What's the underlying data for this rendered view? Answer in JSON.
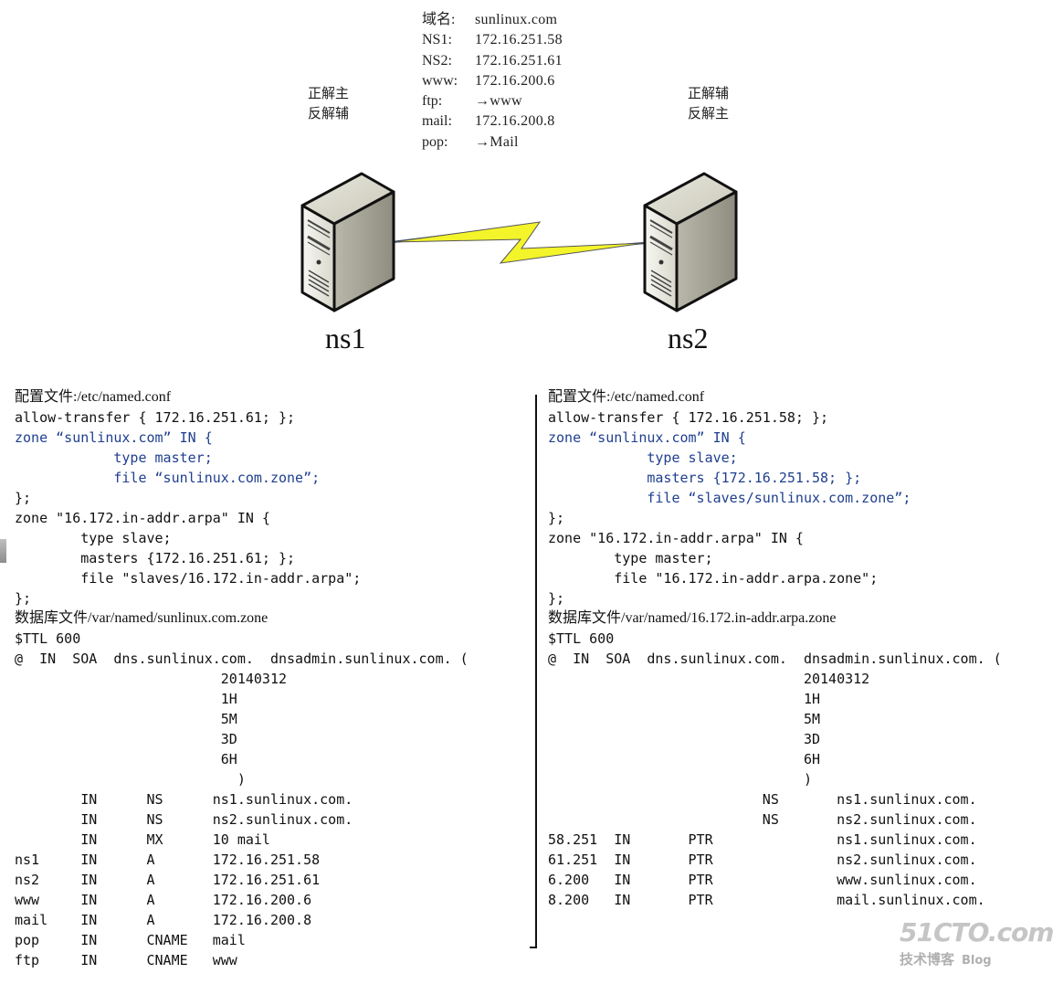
{
  "header": {
    "rows": [
      {
        "key": "域名:",
        "value": "sunlinux.com"
      },
      {
        "key": "NS1:",
        "value": "172.16.251.58"
      },
      {
        "key": "NS2:",
        "value": "172.16.251.61"
      },
      {
        "key": "www:",
        "value": "172.16.200.6"
      },
      {
        "key": "ftp:",
        "value": "→www"
      },
      {
        "key": "mail:",
        "value": "172.16.200.8"
      },
      {
        "key": "pop:",
        "value": "→Mail"
      }
    ]
  },
  "ns1": {
    "name": "ns1",
    "role_line1": "正解主",
    "role_line2": "反解辅",
    "icon": "server-icon"
  },
  "ns2": {
    "name": "ns2",
    "role_line1": "正解辅",
    "role_line2": "反解主",
    "icon": "server-icon"
  },
  "link": {
    "icon": "lightning-link-icon",
    "color": "#f2f22a"
  },
  "left_config": {
    "lines": [
      "配置文件:/etc/named.conf",
      "allow-transfer { 172.16.251.61; };",
      "zone “sunlinux.com” IN {",
      "            type master;",
      "            file “sunlinux.com.zone”;",
      "};",
      "zone \"16.172.in-addr.arpa\" IN {",
      "        type slave;",
      "        masters {172.16.251.61; };",
      "        file \"slaves/16.172.in-addr.arpa\";",
      "};",
      "数据库文件/var/named/sunlinux.com.zone",
      "$TTL 600",
      "@  IN  SOA  dns.sunlinux.com.  dnsadmin.sunlinux.com. (",
      "                         20140312",
      "                         1H",
      "                         5M",
      "                         3D",
      "                         6H",
      "                           )",
      "        IN      NS      ns1.sunlinux.com.",
      "        IN      NS      ns2.sunlinux.com.",
      "        IN      MX      10 mail",
      "ns1     IN      A       172.16.251.58",
      "ns2     IN      A       172.16.251.61",
      "www     IN      A       172.16.200.6",
      "mail    IN      A       172.16.200.8",
      "pop     IN      CNAME   mail",
      "ftp     IN      CNAME   www"
    ]
  },
  "right_config": {
    "lines": [
      "配置文件:/etc/named.conf",
      "allow-transfer { 172.16.251.58; };",
      "zone “sunlinux.com” IN {",
      "            type slave;",
      "            masters {172.16.251.58; };",
      "            file “slaves/sunlinux.com.zone”;",
      "};",
      "zone \"16.172.in-addr.arpa\" IN {",
      "        type master;",
      "        file \"16.172.in-addr.arpa.zone\";",
      "};",
      "数据库文件/var/named/16.172.in-addr.arpa.zone",
      "$TTL 600",
      "@  IN  SOA  dns.sunlinux.com.  dnsadmin.sunlinux.com. (",
      "                               20140312",
      "                               1H",
      "                               5M",
      "                               3D",
      "                               6H",
      "                               )",
      "                          NS       ns1.sunlinux.com.",
      "                          NS       ns2.sunlinux.com.",
      "58.251  IN       PTR               ns1.sunlinux.com.",
      "61.251  IN       PTR               ns2.sunlinux.com.",
      "6.200   IN       PTR               www.sunlinux.com.",
      "8.200   IN       PTR               mail.sunlinux.com."
    ]
  },
  "watermark": {
    "main": "51CTO.com",
    "sub": "技术博客",
    "blog": "Blog"
  }
}
